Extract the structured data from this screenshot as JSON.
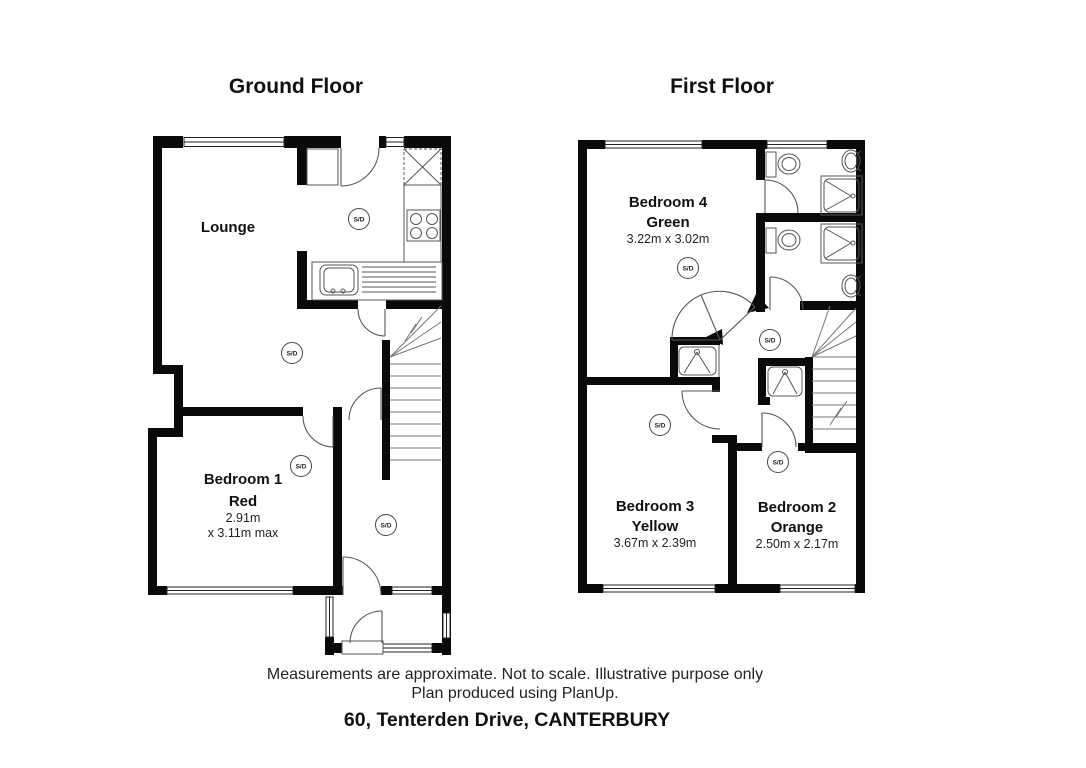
{
  "ground": {
    "title": "Ground Floor",
    "rooms": {
      "lounge": {
        "name": "Lounge"
      },
      "bedroom1": {
        "name": "Bedroom 1",
        "color": "Red",
        "dim_line1": "2.91m",
        "dim_line2": "x 3.11m max"
      }
    }
  },
  "first": {
    "title": "First Floor",
    "rooms": {
      "bedroom4": {
        "name": "Bedroom 4",
        "color": "Green",
        "dims": "3.22m x 3.02m"
      },
      "bedroom3": {
        "name": "Bedroom 3",
        "color": "Yellow",
        "dims": "3.67m x 2.39m"
      },
      "bedroom2": {
        "name": "Bedroom 2",
        "color": "Orange",
        "dims": "2.50m x 2.17m"
      }
    }
  },
  "annotations": {
    "smoke_detector": "S/D"
  },
  "footer": {
    "disclaimer_line1": "Measurements are approximate. Not to scale. Illustrative purpose only",
    "disclaimer_line2": "Plan produced using PlanUp.",
    "address": "60, Tenterden Drive, CANTERBURY"
  }
}
